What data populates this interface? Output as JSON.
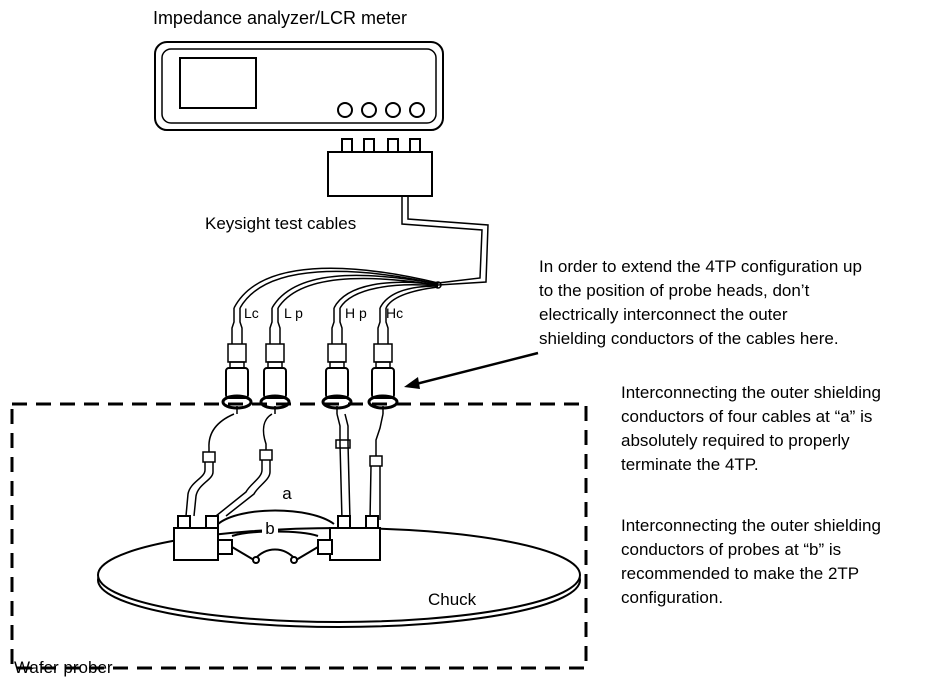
{
  "diagram": {
    "instrument_label": "Impedance analyzer/LCR meter",
    "cables_label": "Keysight test cables",
    "cable_labels": [
      "Lc",
      "L p",
      "H p",
      "Hc"
    ],
    "point_a_label": "a",
    "point_b_label": "b",
    "chuck_label": "Chuck",
    "prober_label": "Wafer prober"
  },
  "notes": {
    "note_4tp_lines": [
      "In order to extend the 4TP configuration up",
      "to the position of probe heads, don’t",
      "electrically interconnect the outer",
      "shielding conductors of the cables here."
    ],
    "note_a_lines": [
      "Interconnecting the outer shielding",
      "conductors of four cables at “a” is",
      "absolutely required to properly",
      "terminate the 4TP."
    ],
    "note_b_lines": [
      "Interconnecting the outer shielding",
      "conductors of probes at “b” is",
      "recommended to make the 2TP",
      "configuration."
    ]
  },
  "colors": {
    "stroke": "#000000",
    "background": "#ffffff"
  }
}
